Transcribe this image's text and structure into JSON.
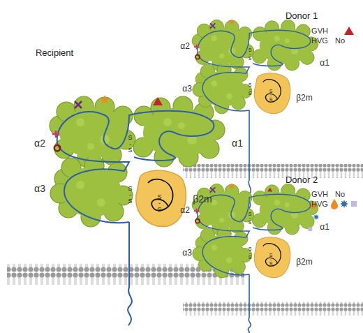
{
  "diagram": {
    "nodes": [
      {
        "text": [
          "Recipient"
        ]
      },
      {
        "text": [
          "Donor 1"
        ]
      },
      {
        "text": [
          "Donor 2"
        ]
      }
    ],
    "labels": [
      "α2",
      "α1",
      "α3",
      "β2m",
      "S-S",
      "S-S",
      "S-S",
      "GVH",
      "HVG",
      "No",
      "α2",
      "α1",
      "α3",
      "β2m",
      "S-S",
      "S-S",
      "S-S",
      "GVH",
      "No",
      "HVG",
      "α2",
      "α1",
      "α3",
      "β2m",
      "S-S",
      "S-S",
      "S-S"
    ]
  }
}
